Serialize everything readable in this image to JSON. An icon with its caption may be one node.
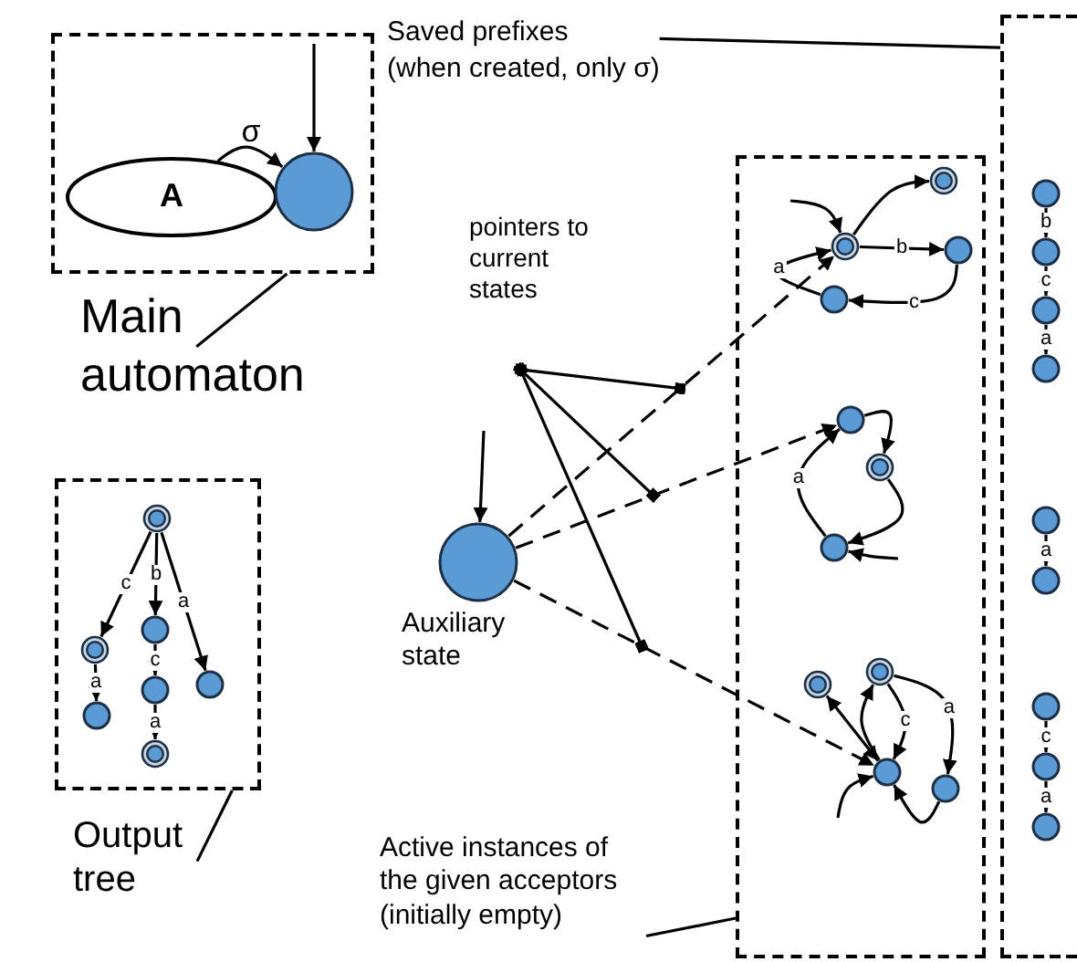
{
  "diagram": {
    "nodes": [
      {
        "text": [],
        "shape": "box"
      },
      {
        "text": [
          "A"
        ],
        "in": 0
      },
      {
        "text": [],
        "shape": "circle",
        "in": 0
      },
      {
        "text": [
          "Main automaton"
        ]
      },
      {
        "text": [],
        "shape": "box"
      },
      {
        "text": [],
        "shape": "doublecircle",
        "in": 4
      },
      {
        "text": [],
        "shape": "doublecircle",
        "in": 4
      },
      {
        "text": [],
        "shape": "circle",
        "in": 4
      },
      {
        "text": [],
        "shape": "circle",
        "in": 4
      },
      {
        "text": [],
        "shape": "circle",
        "in": 4
      },
      {
        "text": [],
        "shape": "doublecircle",
        "in": 4
      },
      {
        "text": [],
        "shape": "circle",
        "in": 4
      },
      {
        "text": [
          "Output tree"
        ]
      },
      {
        "text": [
          "pointers to current states"
        ]
      },
      {
        "text": [],
        "shape": "circle",
        "beside": [
          "Auxiliary state"
        ]
      },
      {
        "text": [],
        "shape": "box"
      },
      {
        "text": [],
        "shape": "doublecircle",
        "in": 15
      },
      {
        "text": [],
        "shape": "doublecircle",
        "in": 15
      },
      {
        "text": [],
        "shape": "circle",
        "in": 15
      },
      {
        "text": [],
        "shape": "circle",
        "in": 15
      },
      {
        "text": [],
        "shape": "circle",
        "in": 15
      },
      {
        "text": [],
        "shape": "doublecircle",
        "in": 15
      },
      {
        "text": [],
        "shape": "circle",
        "in": 15
      },
      {
        "text": [],
        "shape": "doublecircle",
        "in": 15
      },
      {
        "text": [],
        "shape": "doublecircle",
        "in": 15
      },
      {
        "text": [],
        "shape": "circle",
        "in": 15
      },
      {
        "text": [],
        "shape": "circle",
        "in": 15
      },
      {
        "text": [
          "Active instances of the given acceptors (initially empty)"
        ]
      },
      {
        "text": [],
        "shape": "box"
      },
      {
        "text": [],
        "shape": "circle",
        "in": 28
      },
      {
        "text": [],
        "shape": "circle",
        "in": 28
      },
      {
        "text": [],
        "shape": "circle",
        "in": 28
      },
      {
        "text": [],
        "shape": "circle",
        "in": 28
      },
      {
        "text": [],
        "shape": "circle",
        "in": 28
      },
      {
        "text": [],
        "shape": "circle",
        "in": 28
      },
      {
        "text": [],
        "shape": "circle",
        "in": 28
      },
      {
        "text": [],
        "shape": "circle",
        "in": 28
      },
      {
        "text": [],
        "shape": "circle",
        "in": 28
      },
      {
        "text": [
          "Saved prefixes",
          "(when created, only σ)"
        ]
      }
    ],
    "edges": [
      {
        "from": null,
        "to": 2,
        "arrow": "to"
      },
      {
        "from": 1,
        "to": 2,
        "label": "σ",
        "arrow": "to"
      },
      {
        "from": 3,
        "to": 0,
        "arrow": "none"
      },
      {
        "from": 5,
        "to": 6,
        "label": "c",
        "arrow": "to"
      },
      {
        "from": 6,
        "to": 7,
        "label": "a",
        "arrow": "to"
      },
      {
        "from": 5,
        "to": 8,
        "label": "b",
        "arrow": "to"
      },
      {
        "from": 8,
        "to": 9,
        "label": "c",
        "arrow": "to"
      },
      {
        "from": 9,
        "to": 10,
        "label": "a",
        "arrow": "to"
      },
      {
        "from": 5,
        "to": 11,
        "label": "a",
        "arrow": "to"
      },
      {
        "from": 12,
        "to": 4,
        "arrow": "none"
      },
      {
        "from": 13,
        "to": null,
        "arrow": "other"
      },
      {
        "from": 13,
        "to": null,
        "arrow": "other"
      },
      {
        "from": 13,
        "to": null,
        "arrow": "other"
      },
      {
        "from": null,
        "to": 14,
        "arrow": "to"
      },
      {
        "from": 14,
        "to": 17,
        "arrow": "to",
        "style": "dashed"
      },
      {
        "from": 14,
        "to": 20,
        "arrow": "to",
        "style": "dashed"
      },
      {
        "from": 14,
        "to": 25,
        "arrow": "to",
        "style": "dashed"
      },
      {
        "from": null,
        "to": 17,
        "arrow": "to"
      },
      {
        "from": 17,
        "to": 16,
        "arrow": "to"
      },
      {
        "from": 17,
        "to": 18,
        "label": "b",
        "arrow": "to"
      },
      {
        "from": 18,
        "to": 19,
        "label": "c",
        "arrow": "to"
      },
      {
        "from": 19,
        "to": 17,
        "label": "a",
        "arrow": "to"
      },
      {
        "from": 20,
        "to": 21,
        "arrow": "to"
      },
      {
        "from": 21,
        "to": 22,
        "arrow": "to"
      },
      {
        "from": 22,
        "to": 20,
        "label": "a",
        "arrow": "to"
      },
      {
        "from": null,
        "to": 22,
        "arrow": "to"
      },
      {
        "from": 23,
        "to": 25,
        "arrow": "both"
      },
      {
        "from": 25,
        "to": 24,
        "arrow": "to"
      },
      {
        "from": 24,
        "to": 25,
        "label": "c",
        "arrow": "to"
      },
      {
        "from": 24,
        "to": 26,
        "label": "a",
        "arrow": "to"
      },
      {
        "from": 26,
        "to": 25,
        "arrow": "to"
      },
      {
        "from": null,
        "to": 25,
        "arrow": "to"
      },
      {
        "from": 27,
        "to": 15,
        "arrow": "none"
      },
      {
        "from": 38,
        "to": 28,
        "arrow": "none"
      },
      {
        "from": 29,
        "to": 30,
        "label": "b",
        "arrow": "to"
      },
      {
        "from": 30,
        "to": 31,
        "label": "c",
        "arrow": "to"
      },
      {
        "from": 31,
        "to": 32,
        "label": "a",
        "arrow": "to"
      },
      {
        "from": 33,
        "to": 34,
        "label": "a",
        "arrow": "to"
      },
      {
        "from": 35,
        "to": 36,
        "label": "c",
        "arrow": "to"
      },
      {
        "from": 36,
        "to": 37,
        "label": "a",
        "arrow": "to"
      }
    ]
  }
}
